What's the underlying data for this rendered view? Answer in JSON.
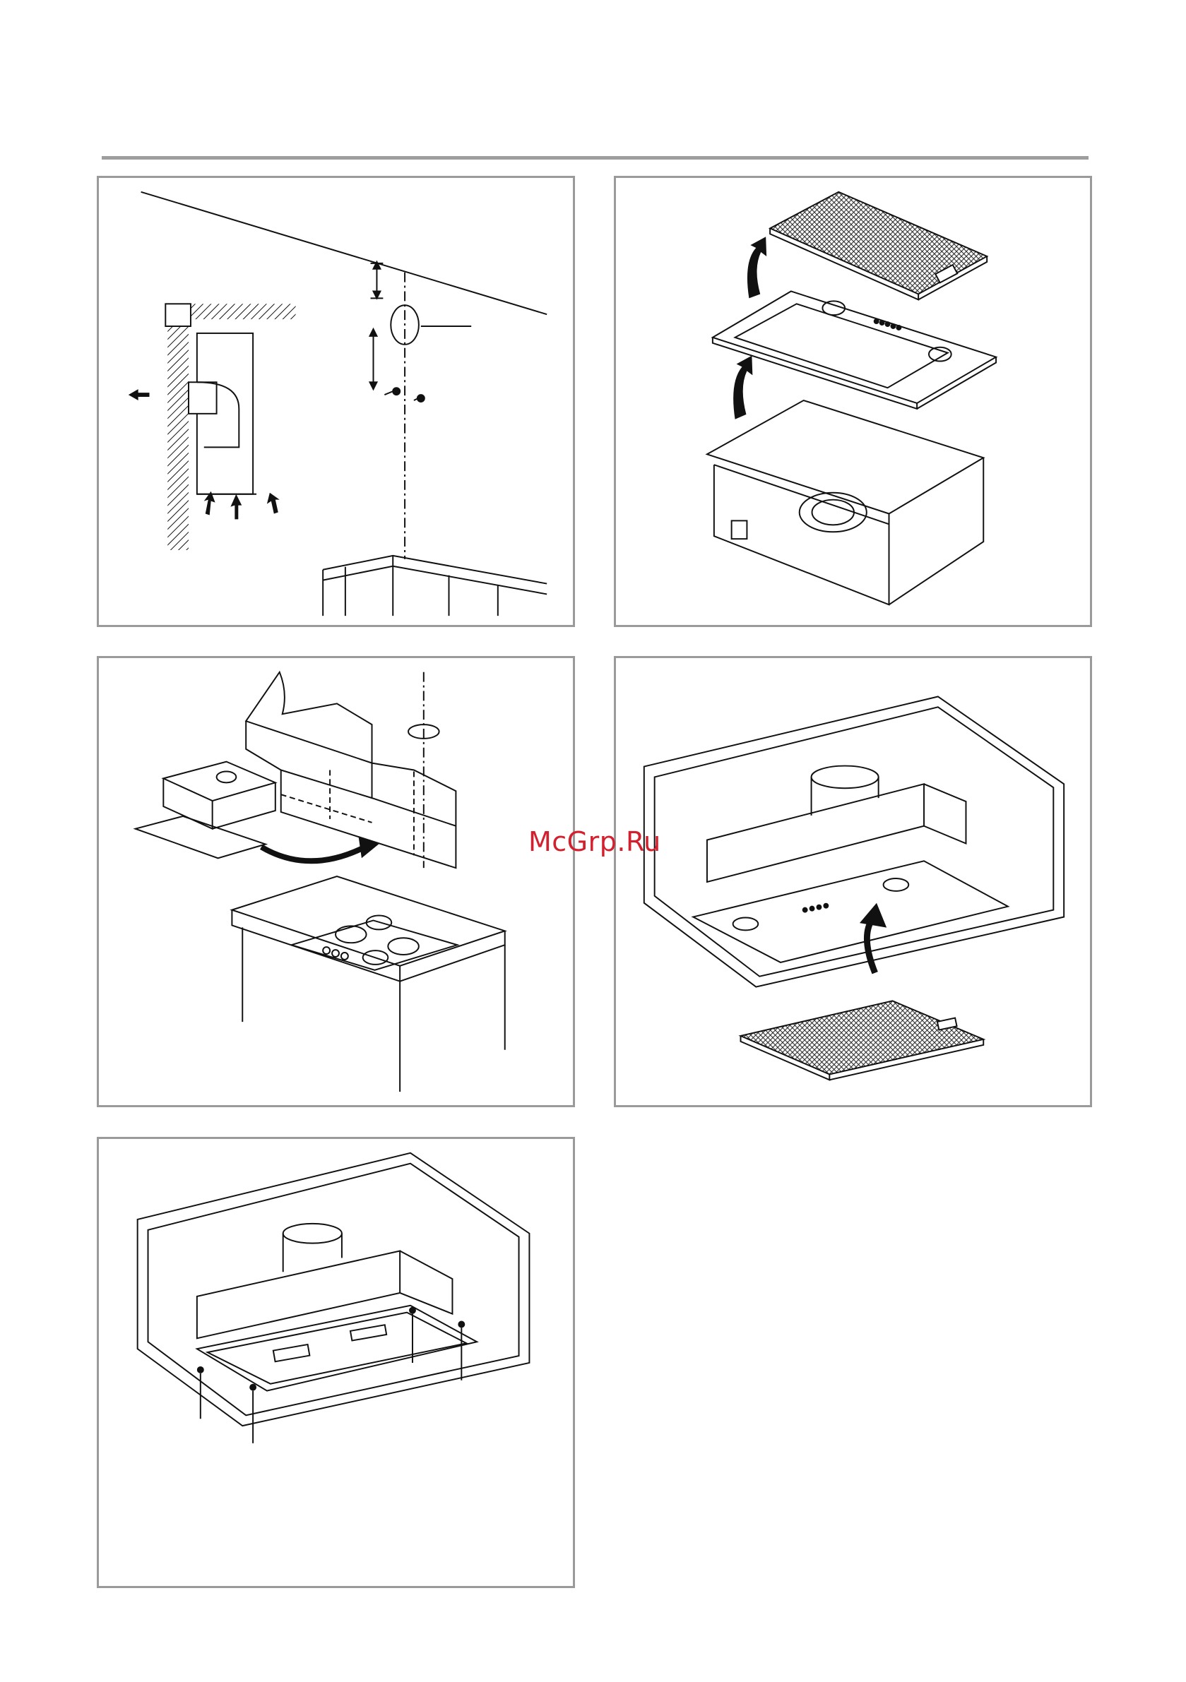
{
  "watermark": {
    "text": "McGrp.Ru"
  },
  "figures": [
    {
      "id": "ceiling-duct-installation",
      "icons": [
        "dimension-arrow-icon",
        "exhaust-arrow-icon",
        "intake-arrow-icon",
        "screw-icon"
      ]
    },
    {
      "id": "filter-and-frame-removal",
      "icons": [
        "lift-arrow-icon",
        "mesh-filter-icon"
      ]
    },
    {
      "id": "hood-placement-into-cabinet",
      "icons": [
        "curved-arrow-icon",
        "cooktop-icon"
      ]
    },
    {
      "id": "filter-insertion",
      "icons": [
        "curved-arrow-icon",
        "mesh-filter-icon"
      ]
    },
    {
      "id": "screw-fastening",
      "icons": [
        "screw-icon"
      ]
    }
  ],
  "colors": {
    "rule": "#9e9e9e",
    "frame": "#9a9a9a",
    "ink": "#111111",
    "watermark": "#d2202e"
  }
}
